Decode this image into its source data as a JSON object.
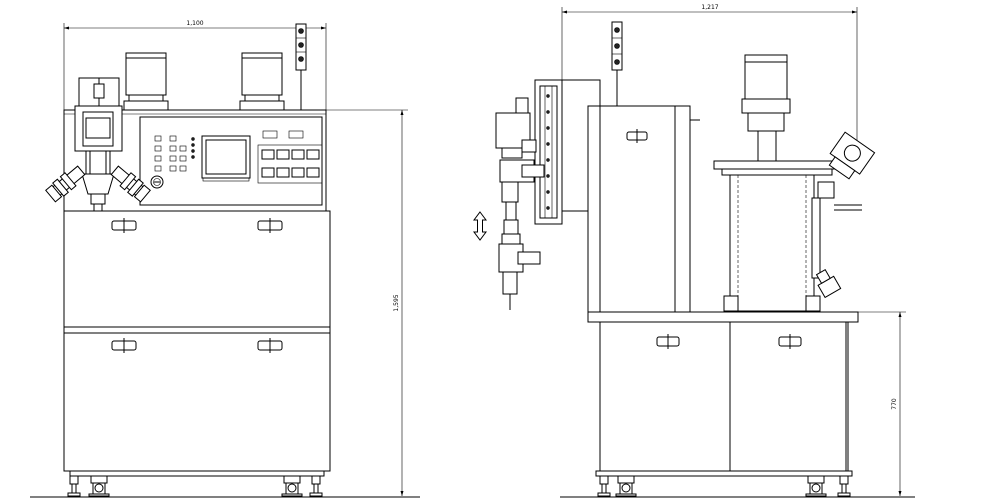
{
  "dimensions": {
    "front_width": "1,100",
    "front_height": "1,595",
    "side_width": "1,217",
    "side_height": "770"
  }
}
